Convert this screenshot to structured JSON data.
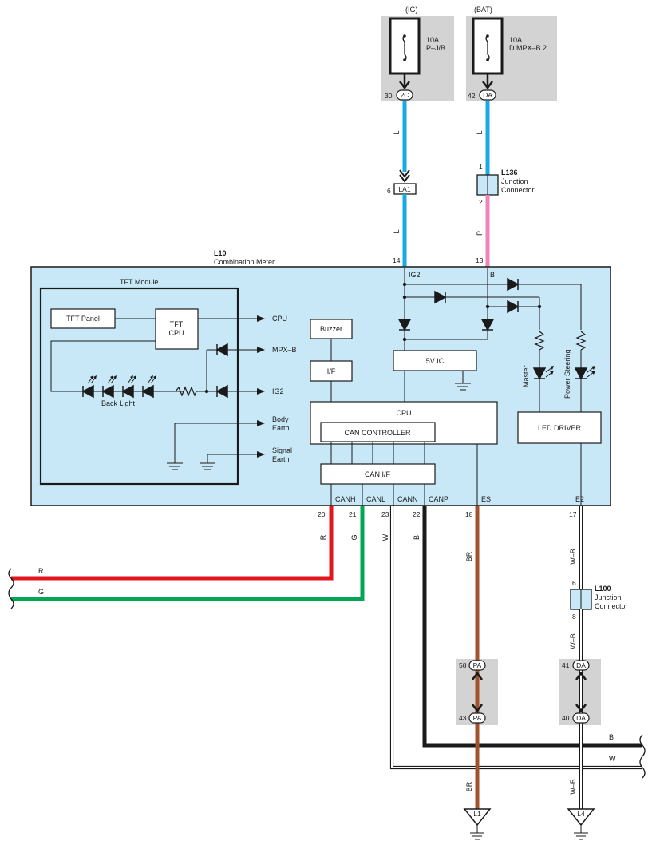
{
  "supplies": {
    "ig": {
      "label": "(IG)",
      "fuse_amp": "10A",
      "fuse_name": "P–J/B",
      "pin": "30",
      "connector": "2C"
    },
    "bat": {
      "label": "(BAT)",
      "fuse_amp": "10A",
      "fuse_name": "D MPX–B 2",
      "pin": "42",
      "connector": "DA"
    }
  },
  "connectors": {
    "la1": {
      "pin": "6",
      "code": "LA1"
    },
    "l136": {
      "code": "L136",
      "desc1": "Junction",
      "desc2": "Connector",
      "pin_in": "1",
      "pin_out": "2"
    },
    "l100": {
      "code": "L100",
      "desc1": "Junction",
      "desc2": "Connector",
      "pin_in": "6",
      "pin_out": "8"
    },
    "pa": {
      "pin_top": "58",
      "pin_bot": "43",
      "code": "PA"
    },
    "da2": {
      "pin_top": "41",
      "pin_bot": "40",
      "code": "DA"
    }
  },
  "meter": {
    "code": "L10",
    "name": "Combination Meter",
    "pin_ig2": "14",
    "pin_b": "13",
    "label_ig2": "IG2",
    "label_b": "B",
    "tft": {
      "title": "TFT Module",
      "panel": "TFT Panel",
      "cpu1": "TFT",
      "cpu2": "CPU",
      "backlight": "Back Light",
      "out_cpu": "CPU",
      "out_mpx": "MPX–B",
      "out_ig2": "IG2",
      "body1": "Body",
      "body2": "Earth",
      "signal1": "Signal",
      "signal2": "Earth"
    },
    "buzzer": "Buzzer",
    "if": "I/F",
    "ic": "5V IC",
    "cpu": "CPU",
    "can_controller": "CAN CONTROLLER",
    "can_if": "CAN I/F",
    "led_driver": "LED DRIVER",
    "led_master": "Master",
    "led_power": "Power Steering",
    "terminals": [
      "CANH",
      "CANL",
      "CANN",
      "CANP",
      "ES",
      "E2"
    ],
    "pins": [
      "20",
      "21",
      "23",
      "22",
      "18",
      "17"
    ]
  },
  "wires": {
    "l": "L",
    "p": "P",
    "r": "R",
    "g": "G",
    "w": "W",
    "b": "B",
    "br": "BR",
    "wb": "W–B"
  },
  "grounds": {
    "l1": "L1",
    "l4": "L4"
  },
  "colors": {
    "blue": "#19a9e6",
    "pink": "#ef84b8",
    "red": "#e2161d",
    "green": "#00a651",
    "brown": "#a0522d",
    "black": "#1a1a1a",
    "module_fill": "#c9e8f7",
    "shade": "#d3d3d3"
  }
}
